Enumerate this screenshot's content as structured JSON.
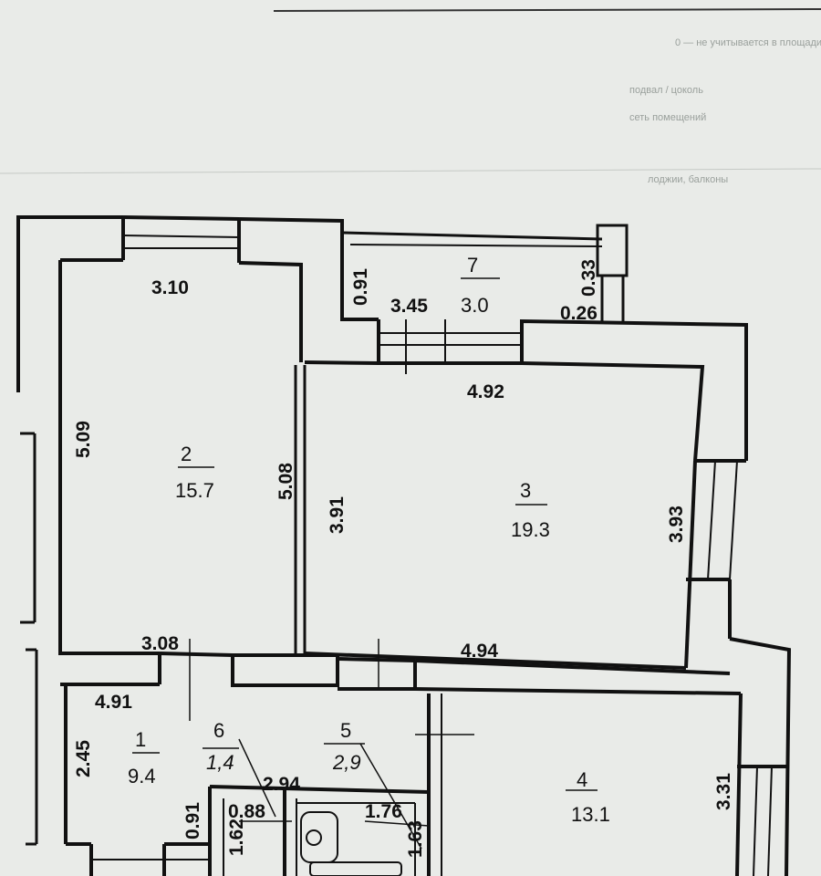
{
  "header_lines": [
    "0 — не учитывается в площади",
    "подвал / цоколь",
    "сеть помещений",
    "лоджии, балконы"
  ],
  "rooms": [
    {
      "number": "1",
      "area": "9.4"
    },
    {
      "number": "2",
      "area": "15.7"
    },
    {
      "number": "3",
      "area": "19.3"
    },
    {
      "number": "4",
      "area": "13.1"
    },
    {
      "number": "5",
      "area": "2,9"
    },
    {
      "number": "6",
      "area": "1,4"
    },
    {
      "number": "7",
      "area": "3.0"
    }
  ],
  "dimensions": [
    "3.10",
    "0.91",
    "3.45",
    "0.33",
    "0.26",
    "4.92",
    "5.09",
    "5.08",
    "3.91",
    "3.93",
    "3.08",
    "4.94",
    "4.91",
    "2.45",
    "2.94",
    "0.91",
    "0.88",
    "1.76",
    "1.62",
    "1.63",
    "3.31"
  ]
}
